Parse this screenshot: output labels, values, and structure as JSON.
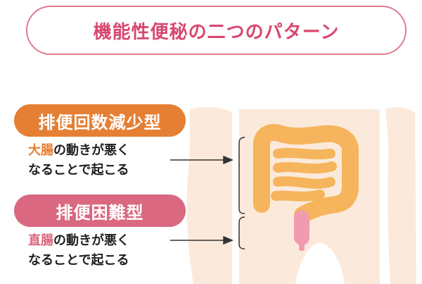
{
  "title": "機能性便秘の二つのパターン",
  "type1": {
    "label": "排便回数減少型",
    "organ": "大腸",
    "desc_line1_rest": "の動きが悪く",
    "desc_line2": "なることで起こる"
  },
  "type2": {
    "label": "排便困難型",
    "organ": "直腸",
    "desc_line1_rest": "の動きが悪く",
    "desc_line2": "なることで起こる"
  },
  "colors": {
    "title_text": "#d84770",
    "title_border": "#e07a90",
    "type1_accent": "#e57f33",
    "type2_accent": "#d96880",
    "body_skin": "#fbeadb",
    "colon": "#f6b45c",
    "rectum": "#f29bb0"
  }
}
